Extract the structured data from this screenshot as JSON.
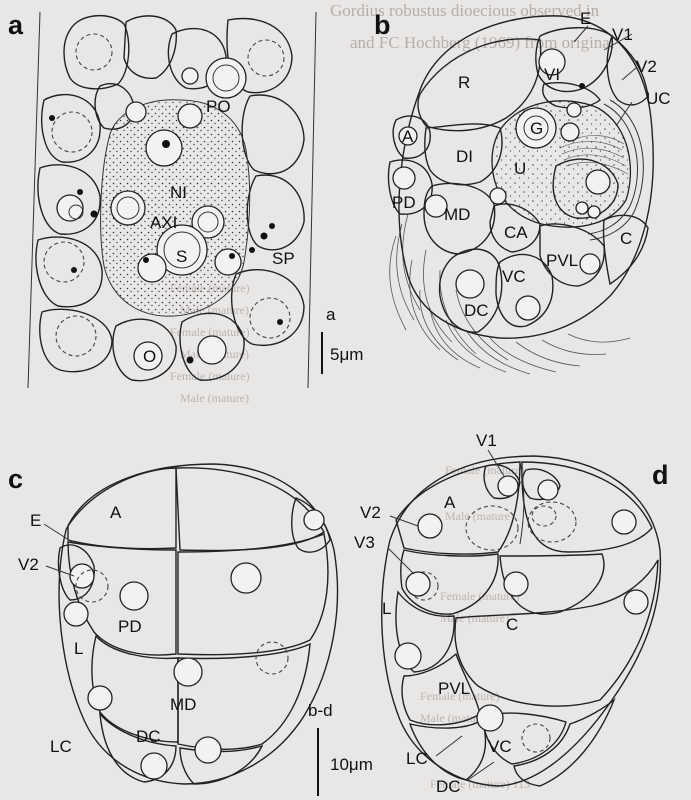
{
  "background_text": {
    "title_line_1": "Gordius robustus  dioecious observed in",
    "title_line_2": "and FC Hochberg (1969) from original",
    "rows": [
      "Female (mature)",
      "Male (mature)",
      "Female (mature)",
      "Male (mature)",
      "Female (mature)",
      "Male (mature)",
      "Female (mature)",
      "Male (mature)",
      "Female (mature)",
      "Male (mature)",
      "Female (mature)",
      "Male (mature)"
    ],
    "footer": "Female (mature)   113"
  },
  "panels": {
    "a": {
      "letter": "a",
      "labels": {
        "PO": "PO",
        "NI": "NI",
        "AXI": "AXI",
        "S": "S",
        "SP": "SP",
        "O": "O"
      },
      "scalebar": {
        "tag": "a",
        "length": "5μm"
      }
    },
    "b": {
      "letter": "b",
      "labels": {
        "E": "E",
        "V1": "V1",
        "V2": "V2",
        "UC": "UC",
        "R": "R",
        "VI": "VI",
        "G": "G",
        "A": "A",
        "DI": "DI",
        "U": "U",
        "PD": "PD",
        "MD": "MD",
        "CA": "CA",
        "C": "C",
        "PVL": "PVL",
        "VC": "VC",
        "DC": "DC"
      }
    },
    "c": {
      "letter": "c",
      "labels": {
        "E": "E",
        "A": "A",
        "V2": "V2",
        "PD": "PD",
        "L": "L",
        "MD": "MD",
        "DC": "DC",
        "LC": "LC"
      },
      "scalebar": {
        "tag": "b-d",
        "length": "10μm"
      }
    },
    "d": {
      "letter": "d",
      "labels": {
        "V1": "V1",
        "A": "A",
        "V2": "V2",
        "V3": "V3",
        "L": "L",
        "C": "C",
        "PVL": "PVL",
        "LC": "LC",
        "VC": "VC",
        "DC": "DC"
      }
    }
  },
  "colors": {
    "paper": "#e9e7e6",
    "ink": "#111111",
    "faded_text": "#b9b5b3"
  }
}
